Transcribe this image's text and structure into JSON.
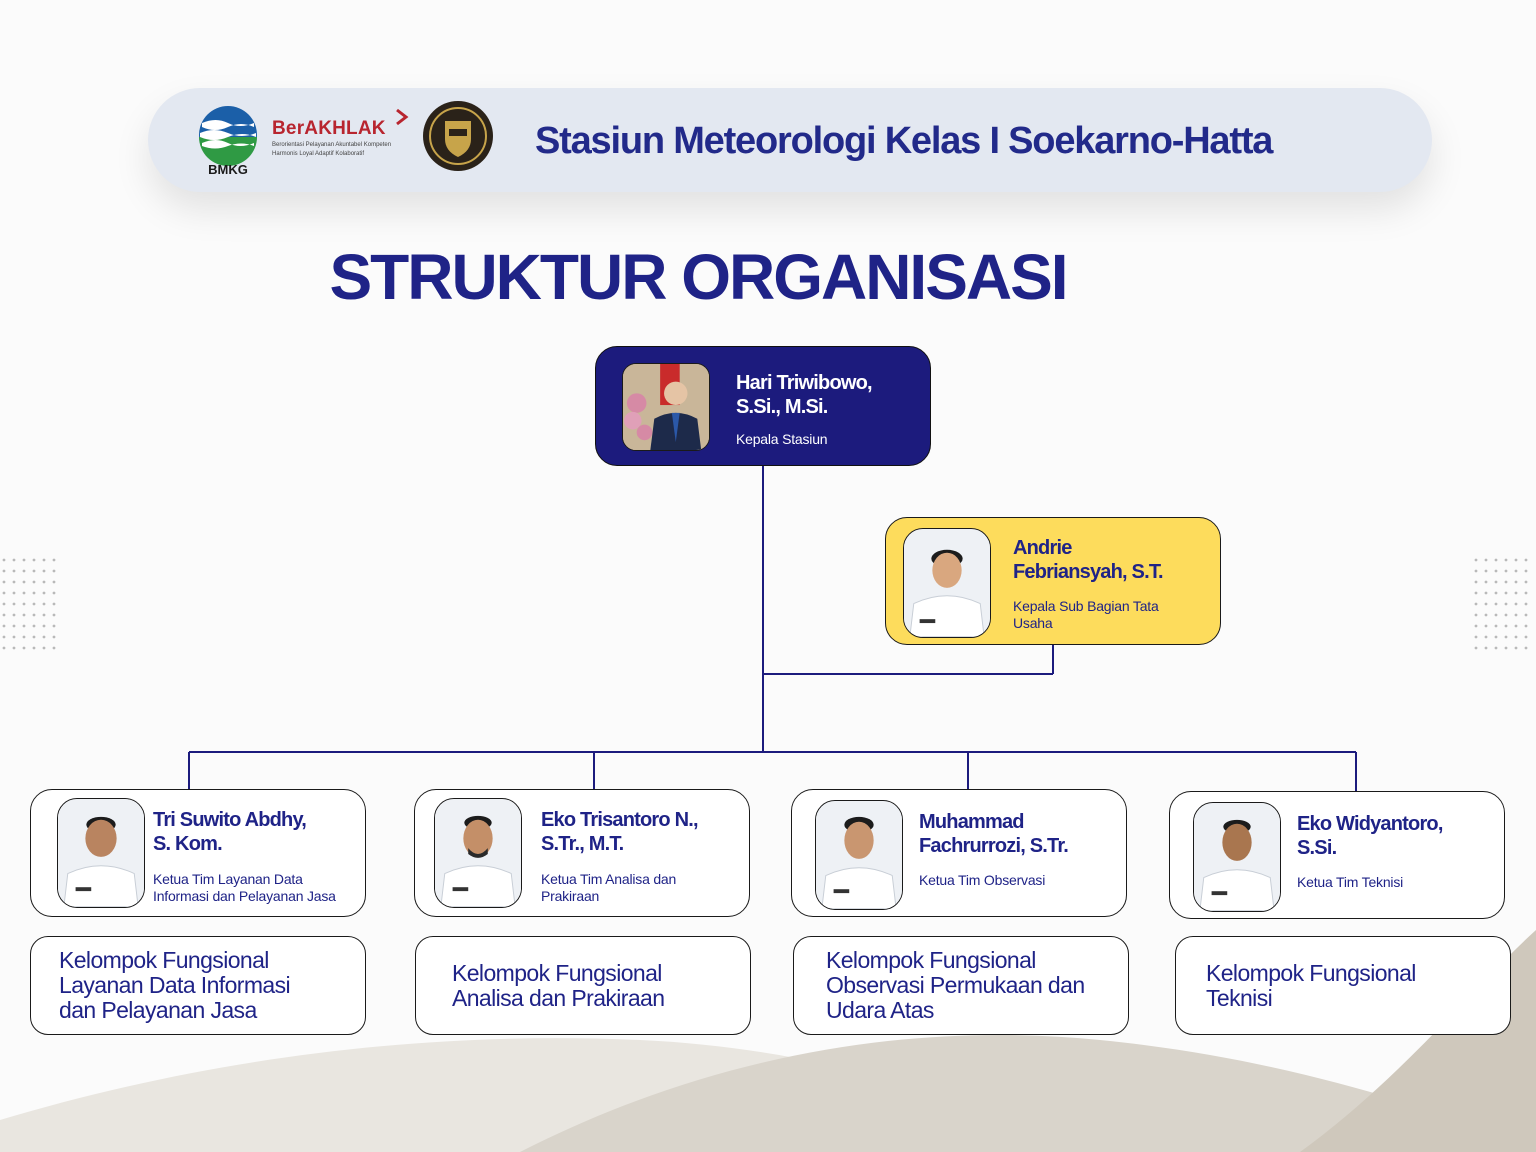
{
  "header": {
    "bmkg_logo_text": "BMKG",
    "berakhlak_title": "BerAKHLAK",
    "berakhlak_tagline_1": "Berorientasi Pelayanan Akuntabel Kompeten",
    "berakhlak_tagline_2": "Harmonis Loyal Adaptif Kolaboratif",
    "seal_icon": "zona-integritas-seal-icon",
    "station_name": "Stasiun Meteorologi Kelas I Soekarno-Hatta"
  },
  "page_title": "STRUKTUR ORGANISASI",
  "colors": {
    "navy": "#1c1b7d",
    "yellow": "#fddc5c",
    "text": "#1f2387"
  },
  "head": {
    "name_1": "Hari Triwibowo,",
    "name_2": "S.Si., M.Si.",
    "role": "Kepala Stasiun"
  },
  "secretary": {
    "name_1": "Andrie",
    "name_2": "Febriansyah, S.T.",
    "role_1": "Kepala Sub Bagian Tata",
    "role_2": "Usaha"
  },
  "team_leads": [
    {
      "name_1": "Tri Suwito Abdhy,",
      "name_2": "S. Kom.",
      "role_1": "Ketua Tim Layanan Data",
      "role_2": "Informasi  dan Pelayanan Jasa"
    },
    {
      "name_1": "Eko Trisantoro N.,",
      "name_2": "S.Tr., M.T.",
      "role_1": "Ketua Tim Analisa dan",
      "role_2": "Prakiraan"
    },
    {
      "name_1": "Muhammad",
      "name_2": "Fachrurrozi, S.Tr.",
      "role_1": "Ketua Tim Observasi",
      "role_2": ""
    },
    {
      "name_1": "Eko Widyantoro,",
      "name_2": "S.Si.",
      "role_1": "Ketua Tim Teknisi",
      "role_2": ""
    }
  ],
  "groups": [
    {
      "line_1": "Kelompok Fungsional",
      "line_2": "Layanan Data Informasi",
      "line_3": "dan Pelayanan Jasa"
    },
    {
      "line_1": "Kelompok Fungsional",
      "line_2": "Analisa dan Prakiraan",
      "line_3": ""
    },
    {
      "line_1": "Kelompok Fungsional",
      "line_2": "Observasi Permukaan dan",
      "line_3": "Udara Atas"
    },
    {
      "line_1": "Kelompok Fungsional",
      "line_2": "Teknisi",
      "line_3": ""
    }
  ]
}
